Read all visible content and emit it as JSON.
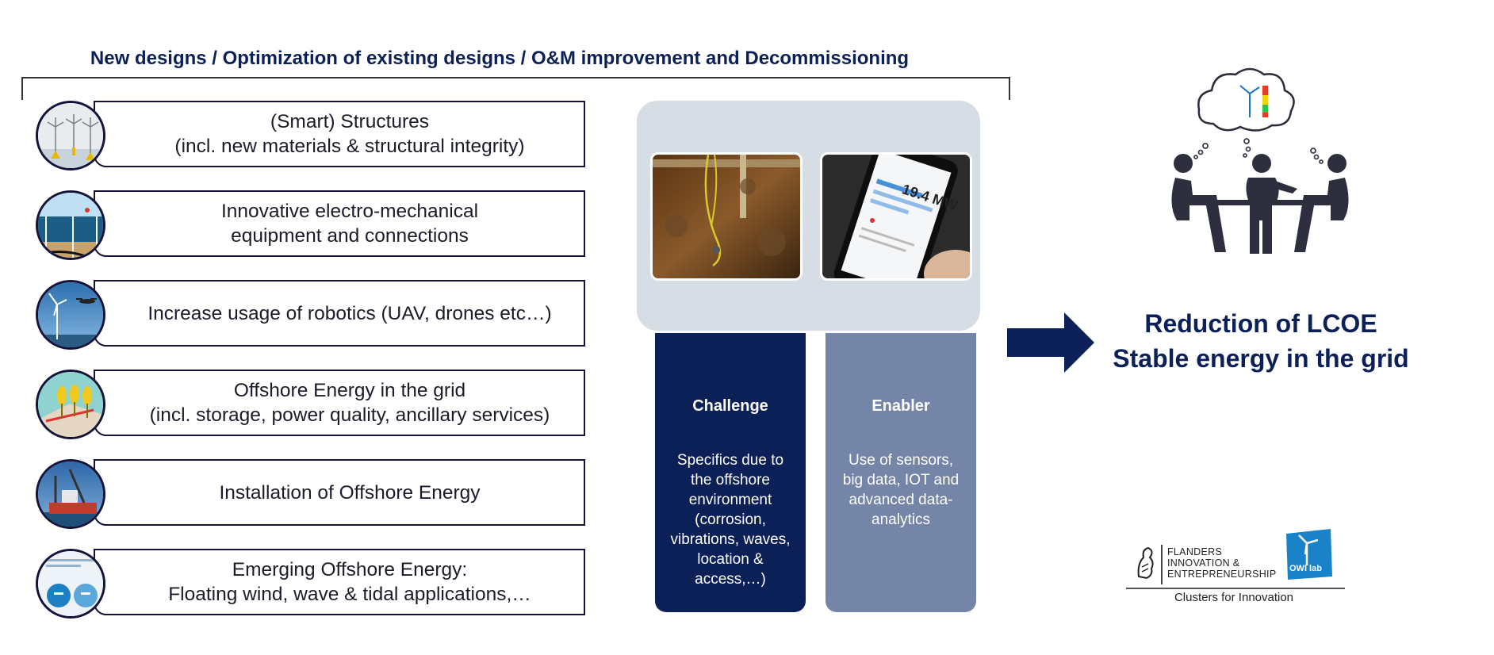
{
  "header": {
    "title": "New designs / Optimization of existing designs / O&M improvement and Decommissioning"
  },
  "topics": [
    {
      "lines": [
        "(Smart) Structures",
        "(incl. new materials & structural integrity)"
      ],
      "icon": "wind-turbines-icon"
    },
    {
      "lines": [
        "Innovative electro-mechanical",
        "equipment and connections"
      ],
      "icon": "subsea-cables-icon"
    },
    {
      "lines": [
        "Increase usage of robotics (UAV, drones etc…)"
      ],
      "icon": "drone-turbine-icon"
    },
    {
      "lines": [
        "Offshore Energy in the grid",
        "(incl. storage, power quality, ancillary services)"
      ],
      "icon": "grid-map-icon"
    },
    {
      "lines": [
        "Installation of Offshore Energy"
      ],
      "icon": "installation-vessel-icon"
    },
    {
      "lines": [
        "Emerging Offshore Energy:",
        "Floating wind, wave & tidal applications,…"
      ],
      "icon": "floating-wind-infographic-icon"
    }
  ],
  "phone_screen": {
    "power": "19.4 MW"
  },
  "challenge": {
    "title": "Challenge",
    "text": "Specifics due to the offshore environment (corrosion, vibrations, waves, location & access,…)",
    "color": "#0c2058"
  },
  "enabler": {
    "title": "Enabler",
    "text": "Use of sensors, big data, IOT and advanced data-analytics",
    "color": "#7585a8"
  },
  "outcome": {
    "line1": "Reduction of LCOE",
    "line2": "Stable energy in the grid"
  },
  "logo": {
    "line1": "FLANDERS",
    "line2": "INNOVATION &",
    "line3": "ENTREPRENEURSHIP",
    "badge": "OWI lab",
    "tagline": "Clusters for Innovation"
  },
  "colors": {
    "navy": "#0c2058",
    "slate": "#7585a8",
    "panel": "#d7dde5"
  }
}
